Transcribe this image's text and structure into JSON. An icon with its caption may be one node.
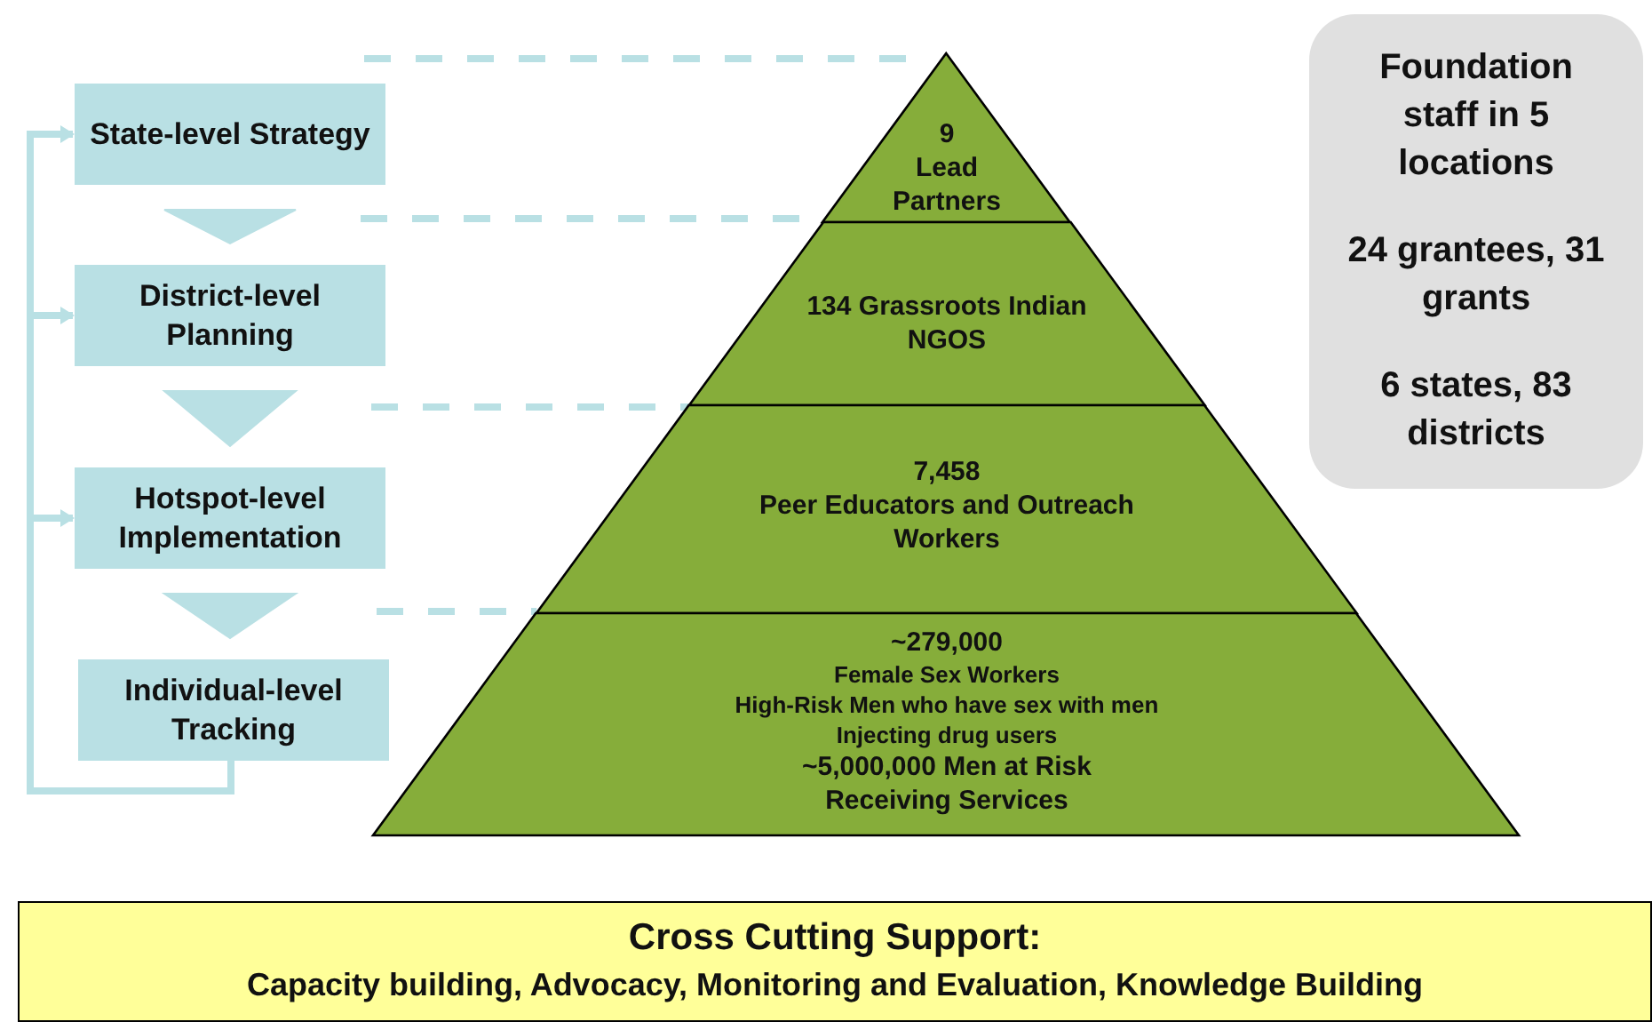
{
  "diagram": {
    "nodes": [
      {
        "text": [
          "State-level Strategy"
        ]
      },
      {
        "text": [
          "District-level Planning"
        ]
      },
      {
        "text": [
          "Hotspot-level Implementation"
        ]
      },
      {
        "text": [
          "Individual-level Tracking"
        ]
      },
      {
        "text": [
          "9",
          "Lead Partners"
        ]
      },
      {
        "text": [
          "134 Grassroots Indian NGOS"
        ]
      },
      {
        "text": [
          "7,458",
          "Peer Educators and Outreach Workers"
        ]
      },
      {
        "text": [
          "~279,000",
          "Female Sex Workers",
          "High-Risk Men who have sex with men",
          "Injecting drug users",
          "**~5,000,000** Men at Risk",
          "Receiving Services"
        ]
      },
      {
        "text": [
          "Foundation staff in 5 locations",
          "24 grantees, 31 grants",
          "6 states, 83 districts"
        ]
      },
      {
        "text": [
          "Cross Cutting Support:",
          "Capacity building, Advocacy, Monitoring and Evaluation, Knowledge Building"
        ]
      }
    ],
    "edges": [
      {
        "from": 0,
        "to": 1,
        "arrow": "to"
      },
      {
        "from": 1,
        "to": 2,
        "arrow": "to"
      },
      {
        "from": 2,
        "to": 3,
        "arrow": "to"
      },
      {
        "from": 3,
        "to": 0,
        "arrow": "to"
      },
      {
        "from": 3,
        "to": 1,
        "arrow": "to"
      },
      {
        "from": 3,
        "to": 2,
        "arrow": "to"
      }
    ]
  }
}
